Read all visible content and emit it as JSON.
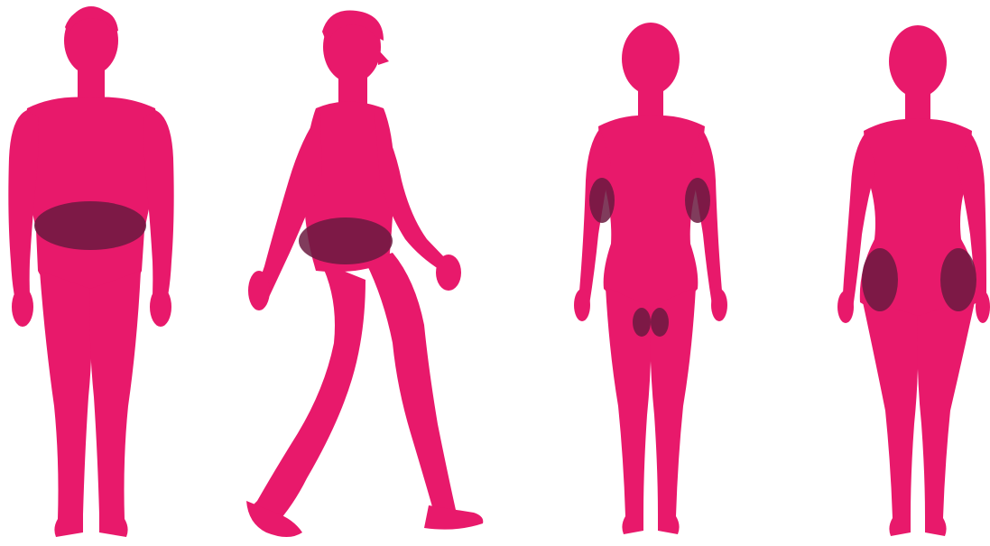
{
  "colors": {
    "background": "#ffffff",
    "silhouette": "#e8196b",
    "highlight": "#6a1a3f"
  },
  "figures": [
    {
      "name": "man-front",
      "view": "front",
      "highlight_regions": [
        "waist"
      ]
    },
    {
      "name": "man-walking-side",
      "view": "side",
      "highlight_regions": [
        "waist"
      ]
    },
    {
      "name": "woman-front",
      "view": "front",
      "highlight_regions": [
        "upper-arm-left",
        "upper-arm-right",
        "inner-thighs"
      ]
    },
    {
      "name": "woman-back",
      "view": "back",
      "highlight_regions": [
        "hip-left",
        "hip-right"
      ]
    }
  ]
}
